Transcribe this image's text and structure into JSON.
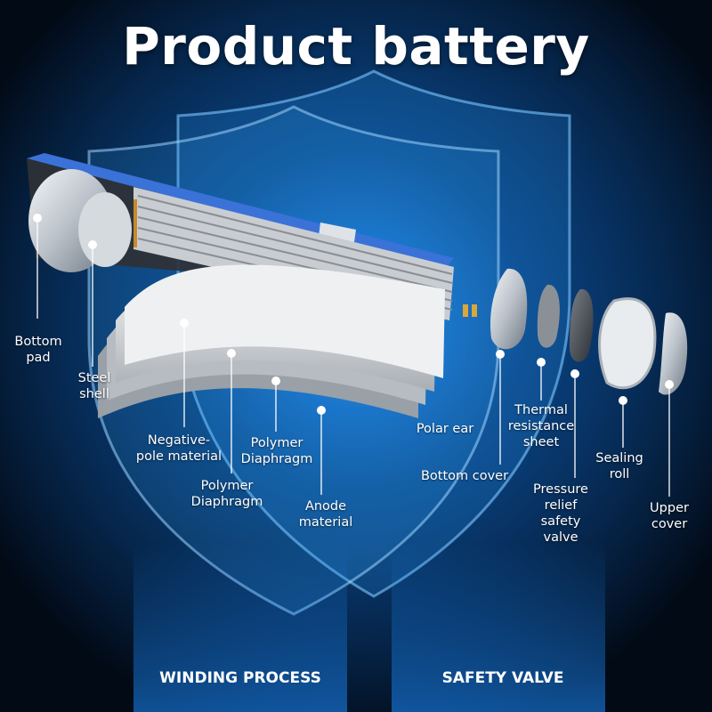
{
  "title": "Product battery",
  "labels": {
    "bottom_pad": "Bottom\npad",
    "steel_shell": "Steel\nshell",
    "negative_pole": "Negative-\npole material",
    "polymer_diaphragm_1": "Polymer\nDiaphragm",
    "polymer_diaphragm_2": "Polymer\nDiaphragm",
    "anode_material": "Anode\nmaterial",
    "polar_ear": "Polar ear",
    "bottom_cover": "Bottom cover",
    "thermal_resistance": "Thermal\nresistance\nsheet",
    "pressure_relief": "Pressure\nrelief\nsafety\nvalve",
    "sealing_roll": "Sealing\nroll",
    "upper_cover": "Upper\ncover"
  },
  "banners": {
    "winding": "WINDING PROCESS",
    "safety": "SAFETY VALVE"
  },
  "colors": {
    "background": "#03101f",
    "glow": "#1e90ff",
    "shell_blue": "#3a72d8"
  }
}
